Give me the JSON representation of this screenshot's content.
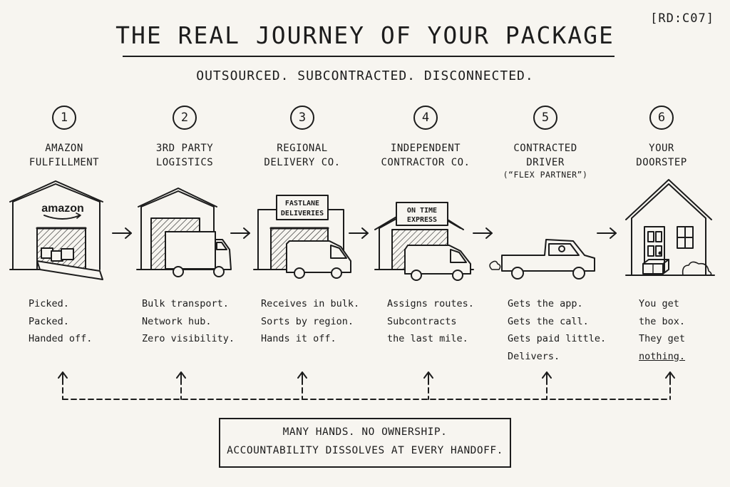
{
  "tag": "[RD:C07]",
  "title": "THE REAL JOURNEY OF YOUR PACKAGE",
  "subtitle": "OUTSOURCED.  SUBCONTRACTED.  DISCONNECTED.",
  "stages": [
    {
      "number": "1",
      "title_lines": [
        "AMAZON",
        "FULFILLMENT"
      ],
      "note": "",
      "sign": "amazon",
      "lines": [
        "Picked.",
        "Packed.",
        "Handed off."
      ]
    },
    {
      "number": "2",
      "title_lines": [
        "3RD PARTY",
        "LOGISTICS"
      ],
      "note": "",
      "sign": "",
      "lines": [
        "Bulk transport.",
        "Network hub.",
        "Zero visibility."
      ]
    },
    {
      "number": "3",
      "title_lines": [
        "REGIONAL",
        "DELIVERY CO."
      ],
      "note": "",
      "sign_lines": [
        "FASTLANE",
        "DELIVERIES"
      ],
      "lines": [
        "Receives in bulk.",
        "Sorts by region.",
        "Hands it off."
      ]
    },
    {
      "number": "4",
      "title_lines": [
        "INDEPENDENT",
        "CONTRACTOR CO."
      ],
      "note": "",
      "sign_lines": [
        "ON TIME",
        "EXPRESS"
      ],
      "lines": [
        "Assigns routes.",
        "Subcontracts",
        "the last mile."
      ]
    },
    {
      "number": "5",
      "title_lines": [
        "CONTRACTED",
        "DRIVER"
      ],
      "note": "(“FLEX PARTNER”)",
      "sign": "",
      "lines": [
        "Gets the app.",
        "Gets the call.",
        "Gets paid little.",
        "Delivers."
      ]
    },
    {
      "number": "6",
      "title_lines": [
        "YOUR",
        "DOORSTEP"
      ],
      "note": "",
      "sign": "",
      "lines": [
        "You get",
        "the box.",
        "They get",
        "nothing."
      ]
    }
  ],
  "footer": {
    "line1": "MANY HANDS.  NO OWNERSHIP.",
    "line2": "ACCOUNTABILITY DISSOLVES AT EVERY HANDOFF."
  },
  "colors": {
    "ink": "#1c1c1c",
    "paper": "#f7f5f0"
  },
  "icons": [
    "arrow-right-icon",
    "arrow-up-icon",
    "warehouse-icon",
    "box-truck-icon",
    "cargo-van-icon",
    "pickup-truck-icon",
    "house-icon",
    "package-icon"
  ]
}
